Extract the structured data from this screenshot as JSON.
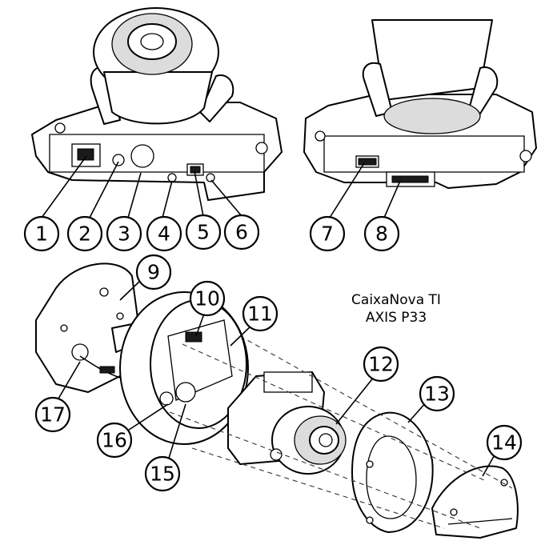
{
  "caption": {
    "line1": "CaixaNova TI",
    "line2": "AXIS P33"
  },
  "callouts": [
    {
      "id": "c1",
      "label": "1"
    },
    {
      "id": "c2",
      "label": "2"
    },
    {
      "id": "c3",
      "label": "3"
    },
    {
      "id": "c4",
      "label": "4"
    },
    {
      "id": "c5",
      "label": "5"
    },
    {
      "id": "c6",
      "label": "6"
    },
    {
      "id": "c7",
      "label": "7"
    },
    {
      "id": "c8",
      "label": "8"
    },
    {
      "id": "c9",
      "label": "9"
    },
    {
      "id": "c10",
      "label": "10"
    },
    {
      "id": "c11",
      "label": "11"
    },
    {
      "id": "c12",
      "label": "12"
    },
    {
      "id": "c13",
      "label": "13"
    },
    {
      "id": "c14",
      "label": "14"
    },
    {
      "id": "c15",
      "label": "15"
    },
    {
      "id": "c16",
      "label": "16"
    },
    {
      "id": "c17",
      "label": "17"
    }
  ]
}
